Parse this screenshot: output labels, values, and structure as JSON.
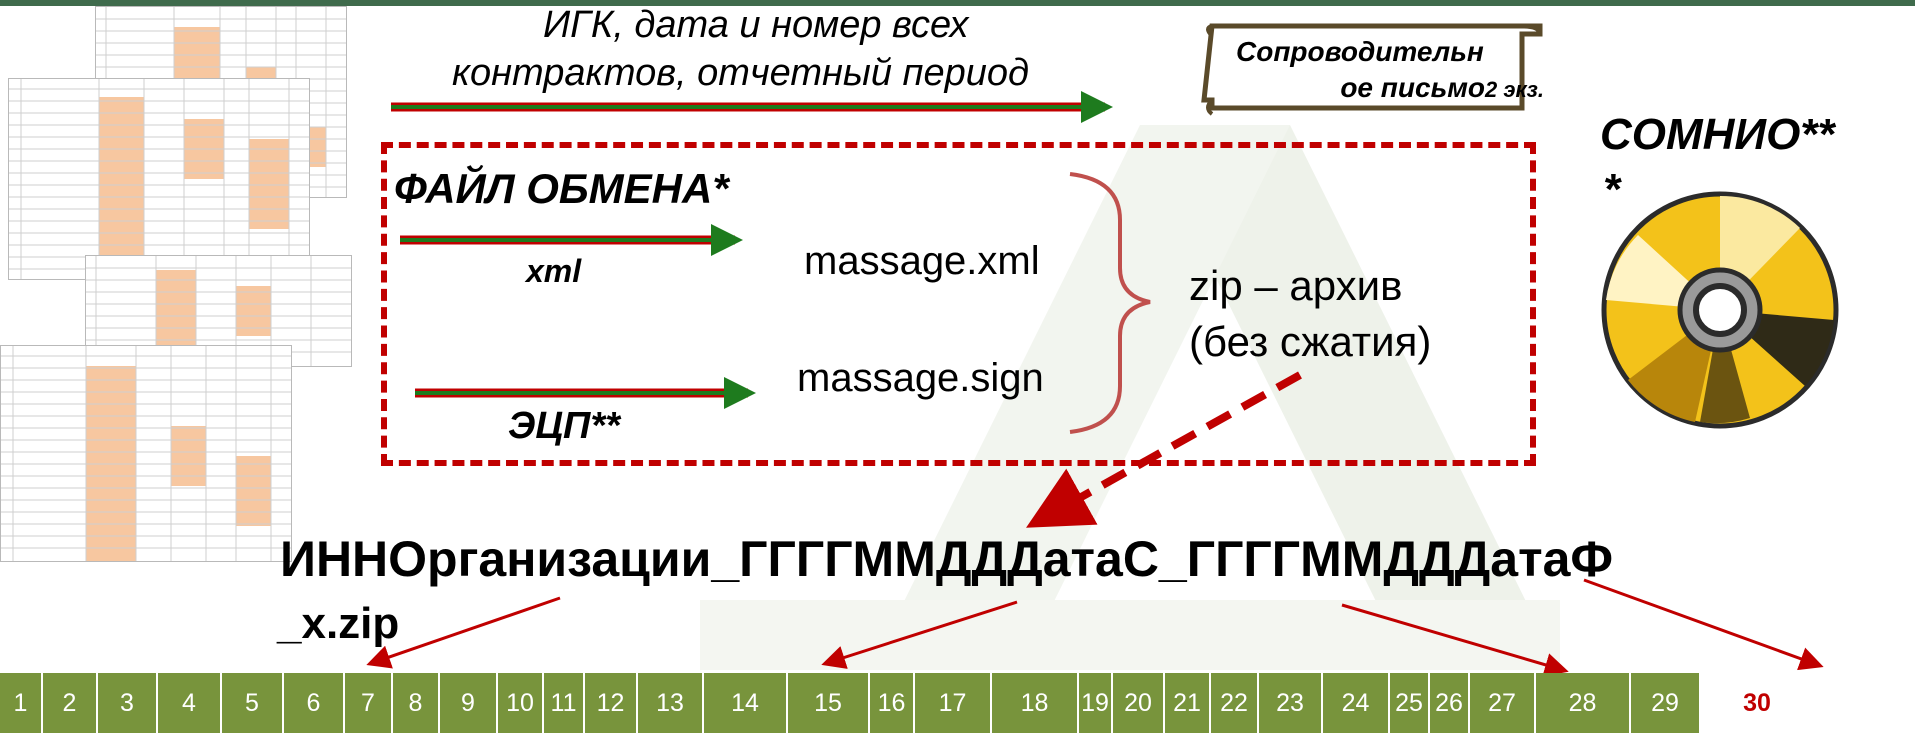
{
  "arrows": {
    "top_label_line1": "ИГК, дата и номер всех",
    "top_label_line2": "контрактов,  отчетный период",
    "xml_label": "xml",
    "signature_label": "ЭЦП**"
  },
  "letter": {
    "line1": "Сопроводительн",
    "line2": "ое  письмо",
    "copies": "2 экз."
  },
  "exchange_file": {
    "title": "ФАЙЛ ОБМЕНА*",
    "file_xml": "massage.xml",
    "file_sign": "massage.sign",
    "archive_line1": "zip – архив",
    "archive_line2": "(без сжатия)"
  },
  "media": {
    "label_line1": "СОМНИО**",
    "label_line2": "*",
    "icon": "cd-disc-icon"
  },
  "filename": {
    "line1": "ИННОрганизации_ГГГГММДДДатаС_ГГГГММДДДатаФ",
    "line2": "_x.zip"
  },
  "colors": {
    "arrow_red": "#c00000",
    "arrow_green": "#1e7b1e",
    "number_bar": "#78943c",
    "active_number": "#c00000"
  },
  "number_bar": {
    "items": [
      "1",
      "2",
      "3",
      "4",
      "5",
      "6",
      "7",
      "8",
      "9",
      "10",
      "11",
      "12",
      "13",
      "14",
      "15",
      "16",
      "17",
      "18",
      "19",
      "20",
      "21",
      "22",
      "23",
      "24",
      "25",
      "26",
      "27",
      "28",
      "29",
      "30"
    ],
    "active": "30"
  }
}
